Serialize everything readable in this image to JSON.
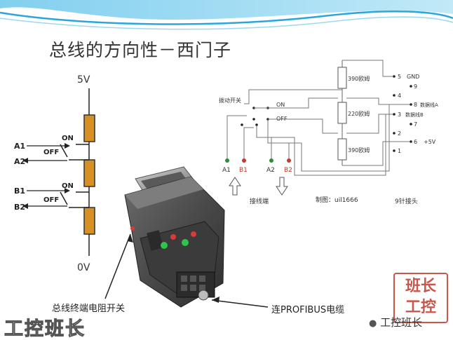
{
  "title": "总线的方向性－西门子",
  "left_circuit": {
    "v_top": "5V",
    "v_bottom": "0V",
    "a1": "A1",
    "a2": "A2",
    "b1": "B1",
    "b2": "B2",
    "on1": "ON",
    "off1": "OFF",
    "on2": "ON",
    "off2": "OFF"
  },
  "schematic": {
    "r1": "390欧姆",
    "r2": "220欧姆",
    "r3": "390欧姆",
    "switch_label": "拨动开关",
    "on": "ON",
    "off": "OFF",
    "pin5": "5",
    "gnd": "GND",
    "pin9": "9",
    "pin4": "4",
    "pin8": "8",
    "data_a": "数据线A",
    "pin3": "3",
    "data_b": "数据线B",
    "pin7": "7",
    "pin2": "2",
    "pin6": "6",
    "vcc": "+5V",
    "pin1": "1",
    "t_a1": "A1",
    "t_b1": "B1",
    "t_a2": "A2",
    "t_b2": "B2",
    "wiring_end": "接线端",
    "author": "制图：uil1666",
    "connector": "9针接头"
  },
  "callouts": {
    "switch": "总线终端电阻开关",
    "cable": "连PROFIBUS电缆"
  },
  "watermarks": {
    "left": "工控班长",
    "right": "工控班长",
    "stamp": "班长工控"
  },
  "colors": {
    "resistor": "#d89022",
    "terminal_red": "#c0392b",
    "terminal_green": "#2e8b3a"
  }
}
